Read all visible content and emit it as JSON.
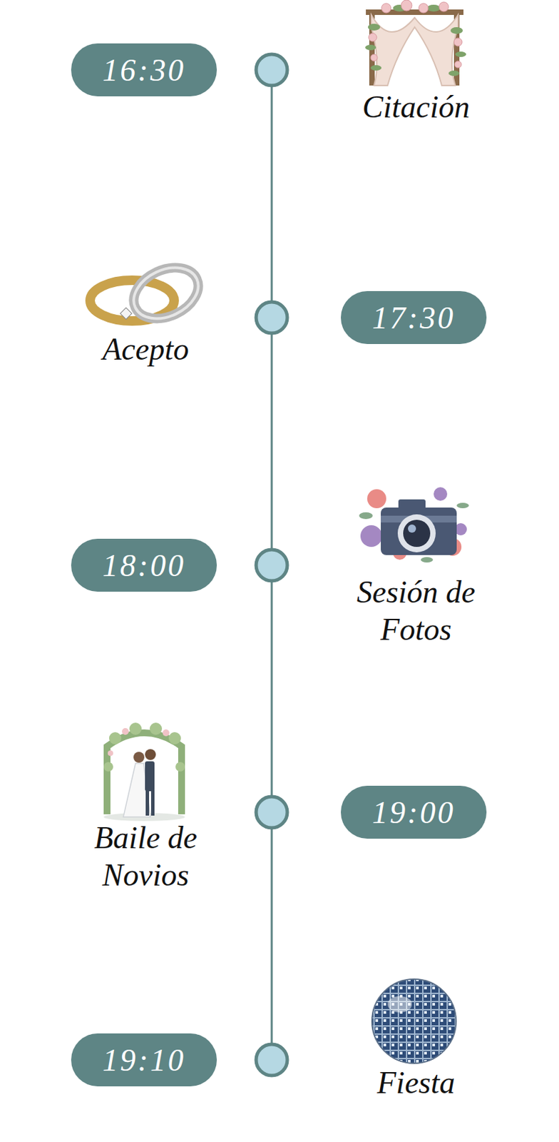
{
  "diagram": {
    "nodes": [
      {
        "text": [
          "16:30"
        ]
      },
      {
        "text": [
          "17:30"
        ]
      },
      {
        "text": [
          "18:00"
        ]
      },
      {
        "text": [
          "19:00"
        ]
      },
      {
        "text": [
          "19:10"
        ]
      }
    ],
    "edges": [],
    "labels": [
      "Citación",
      "Acepto",
      "Sesión de Fotos",
      "Baile de Novios",
      "Fiesta"
    ]
  }
}
